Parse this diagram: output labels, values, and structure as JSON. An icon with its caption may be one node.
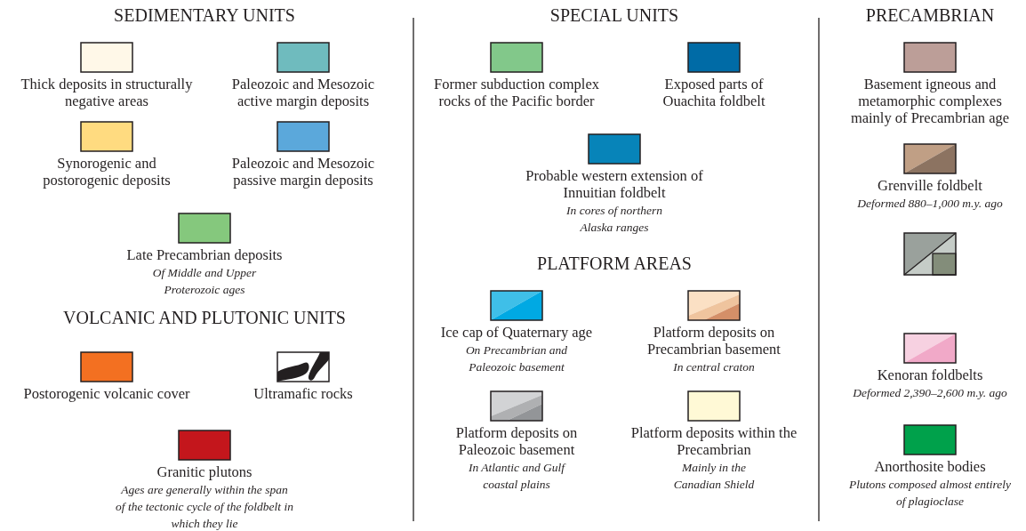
{
  "diagram": {
    "labels": [
      "SEDIMENTARY UNITS",
      "Of Middle and Upper Proterozoic ages",
      "VOLCANIC AND PLUTONIC UNITS",
      "Ages are generally within the span of the tectonic cycle of the foldbelt in which they lie",
      "SPECIAL UNITS",
      "In cores of northern Alaska ranges",
      "PLATFORM AREAS",
      "On Precambrian and Paleozoic basement",
      "In central craton",
      "In Atlantic and Gulf coastal plains",
      "Mainly in the Canadian Shield",
      "PRECAMBRIAN",
      "Deformed 880–1,000 m.y. ago",
      "Deformed 2,390–2,600 m.y. ago",
      "Plutons composed almost entirely of plagioclase"
    ],
    "legend": [
      {
        "text": "Thick deposits in structurally negative areas",
        "color": "#fff8e8"
      },
      {
        "text": "Paleozoic and Mesozoic active margin deposits",
        "color": "#6fbbbe"
      },
      {
        "text": "Synorogenic and postorogenic deposits",
        "color": "#ffdb80"
      },
      {
        "text": "Paleozoic and Mesozoic passive margin deposits",
        "color": "#5ba8db"
      },
      {
        "text": "Late Precambrian deposits",
        "color": "#85c87d"
      },
      {
        "text": "Postorogenic volcanic cover",
        "color": "#f37021"
      },
      {
        "text": "Ultramafic rocks"
      },
      {
        "text": "Granitic plutons",
        "color": "#c4161c"
      },
      {
        "text": "Former subduction complex rocks of the Pacific border",
        "color": "#82c88a"
      },
      {
        "text": "Exposed parts of Ouachita foldbelt",
        "color": "#006ba6"
      },
      {
        "text": "Probable western extension of Innuitian foldbelt",
        "color": "#0784b9"
      },
      {
        "text": "Ice cap of Quaternary age"
      },
      {
        "text": "Platform deposits on Precambrian basement"
      },
      {
        "text": "Platform deposits on Paleozoic basement"
      },
      {
        "text": "Platform deposits within the Precambrian",
        "color": "#fff9d6"
      },
      {
        "text": "Basement igneous and metamorphic complexes mainly of Precambrian age",
        "color": "#bc9e98"
      },
      {
        "text": "Grenville foldbelt"
      },
      {
        "text": "Kenoran foldbelts"
      },
      {
        "text": "Anorthosite bodies",
        "color": "#00a14b"
      }
    ]
  }
}
